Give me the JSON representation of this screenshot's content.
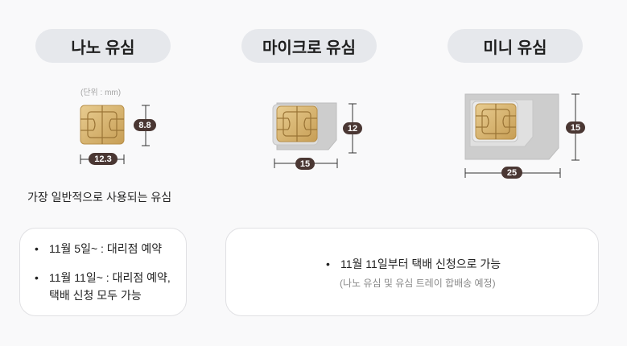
{
  "headers": {
    "nano": "나노 유심",
    "micro": "마이크로 유심",
    "mini": "미니 유심"
  },
  "unit_note": "(단위 : mm)",
  "dimensions": {
    "nano_height": "8.8",
    "nano_width": "12.3",
    "micro_height": "12",
    "micro_width": "15",
    "mini_height": "15",
    "mini_width": "25"
  },
  "caption": "가장 일반적으로 사용되는 유심",
  "left_card": {
    "bullet": "•",
    "item1": "11월 5일~ : 대리점 예약",
    "item2_line1": "11월 11일~ : 대리점 예약,",
    "item2_line2": "택배 신청 모두 가능"
  },
  "right_card": {
    "bullet": "•",
    "item1": "11월 11일부터 택배 신청으로 가능",
    "note": "(나노 유심 및 유심 트레이 합배송 예정)"
  },
  "colors": {
    "pill_bg": "#e6e8ec",
    "badge_bg": "#4a3733",
    "chip_gold": "#d9b97a",
    "card_gray": "#c9c9c9"
  }
}
